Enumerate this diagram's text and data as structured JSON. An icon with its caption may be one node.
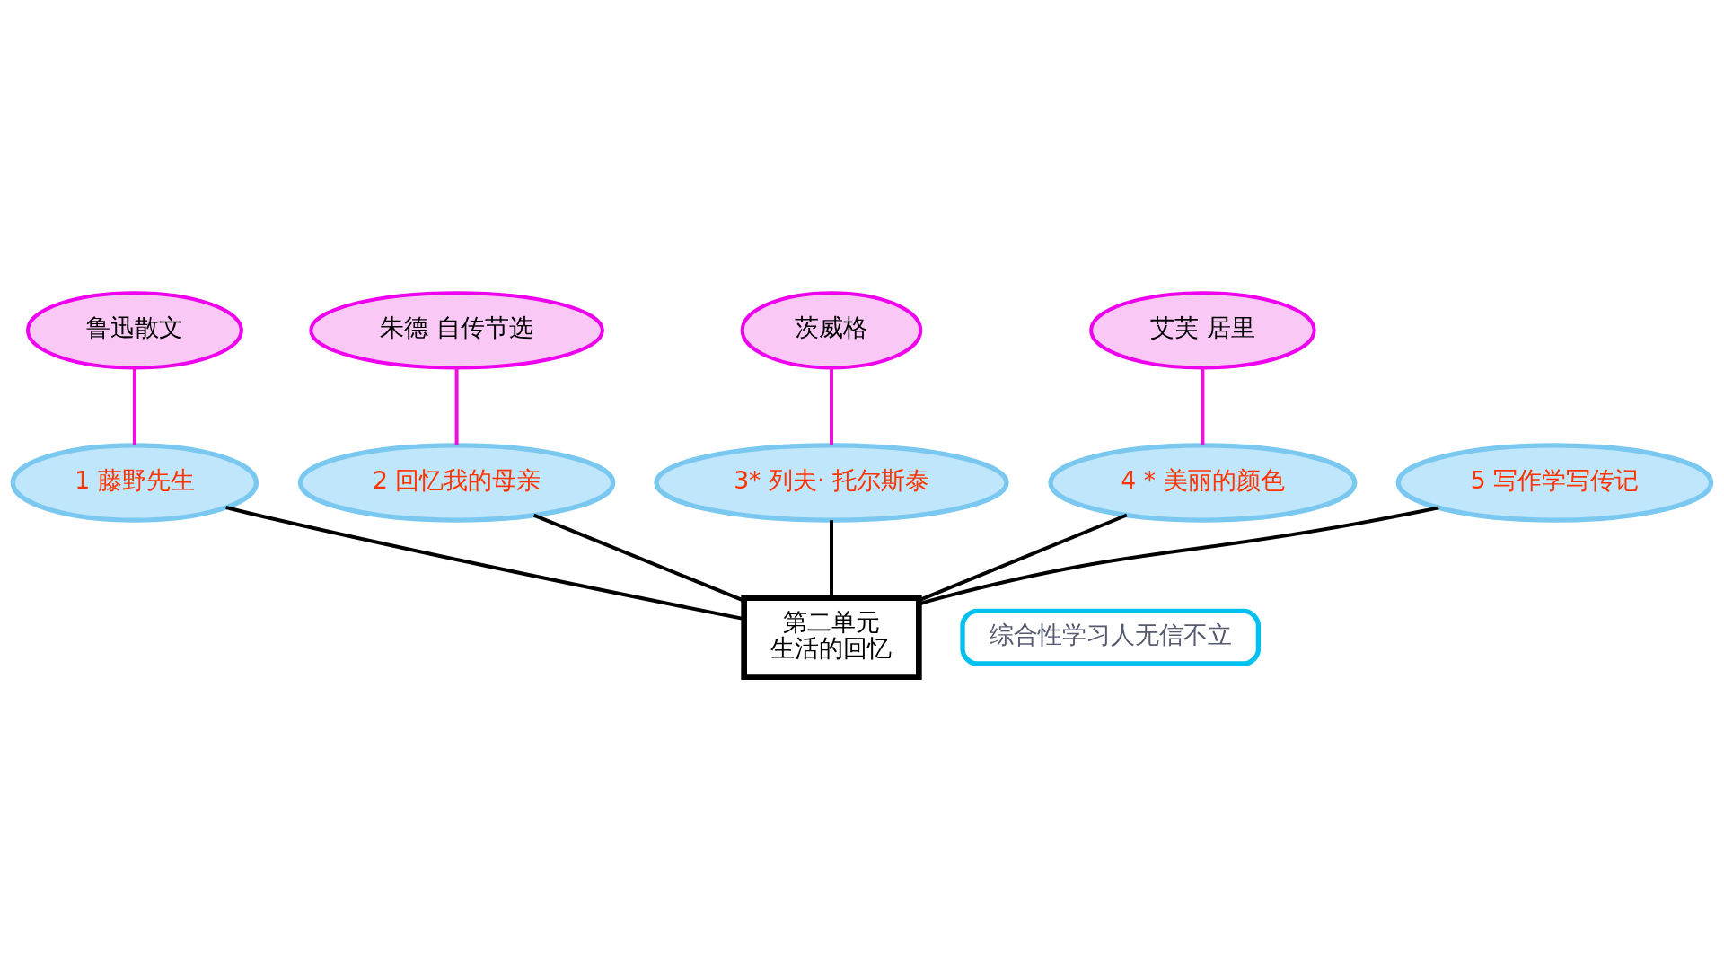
{
  "diagram": {
    "nodes": [
      {
        "text": [
          "第二单元",
          "生活的回忆"
        ]
      },
      {
        "text": [
          "1 藤野先生"
        ]
      },
      {
        "text": [
          "2 回忆我的母亲"
        ]
      },
      {
        "text": [
          "3* 列夫· 托尔斯泰"
        ]
      },
      {
        "text": [
          "4 * 美丽的颜色"
        ]
      },
      {
        "text": [
          "5 写作学写传记"
        ]
      },
      {
        "text": [
          "鲁迅散文"
        ]
      },
      {
        "text": [
          "朱德 自传节选"
        ]
      },
      {
        "text": [
          "茨威格"
        ]
      },
      {
        "text": [
          "艾芙 居里"
        ]
      },
      {
        "text": [
          "综合性学习人无信不立"
        ]
      }
    ],
    "edges": [
      {
        "from": 0,
        "to": 1,
        "arrow": "none"
      },
      {
        "from": 0,
        "to": 2,
        "arrow": "none"
      },
      {
        "from": 0,
        "to": 3,
        "arrow": "none"
      },
      {
        "from": 0,
        "to": 4,
        "arrow": "none"
      },
      {
        "from": 0,
        "to": 5,
        "arrow": "none"
      },
      {
        "from": 1,
        "to": 6,
        "arrow": "none",
        "color": "#ee11dd"
      },
      {
        "from": 2,
        "to": 7,
        "arrow": "none",
        "color": "#ee11dd"
      },
      {
        "from": 3,
        "to": 8,
        "arrow": "none",
        "color": "#ee11dd"
      },
      {
        "from": 4,
        "to": 9,
        "arrow": "none",
        "color": "#ee11dd"
      }
    ]
  }
}
